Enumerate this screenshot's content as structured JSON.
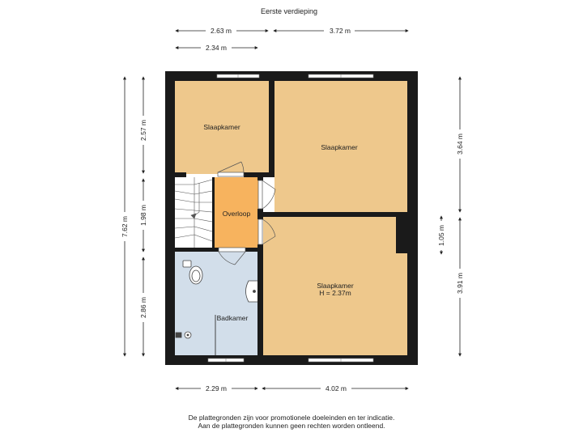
{
  "title": "Eerste verdieping",
  "rooms": {
    "slaapkamer_1": "Slaapkamer",
    "slaapkamer_2": "Slaapkamer",
    "slaapkamer_3": "Slaapkamer",
    "slaapkamer_3_height": "H = 2.37m",
    "overloop": "Overloop",
    "badkamer": "Badkamer"
  },
  "dimensions": {
    "top_left": "2.63 m",
    "top_right": "3.72 m",
    "top_inner": "2.34 m",
    "left_total": "7.62 m",
    "left_upper": "2.57 m",
    "left_middle": "1.98 m",
    "left_lower": "2.86 m",
    "right_upper": "3.64 m",
    "right_middle": "1.05 m",
    "right_lower": "3.91 m",
    "bottom_left": "2.29 m",
    "bottom_right": "4.02 m"
  },
  "disclaimer": {
    "line1": "De plattegronden zijn voor promotionele doeleinden en ter indicatie.",
    "line2": "Aan de plattegronden kunnen geen rechten worden ontleend."
  },
  "colors": {
    "wall": "#1a1a1a",
    "bedroom_floor": "#eec88c",
    "landing_floor": "#f7b35e",
    "bathroom_floor": "#d2deea",
    "stairs_floor": "#ffffff"
  }
}
